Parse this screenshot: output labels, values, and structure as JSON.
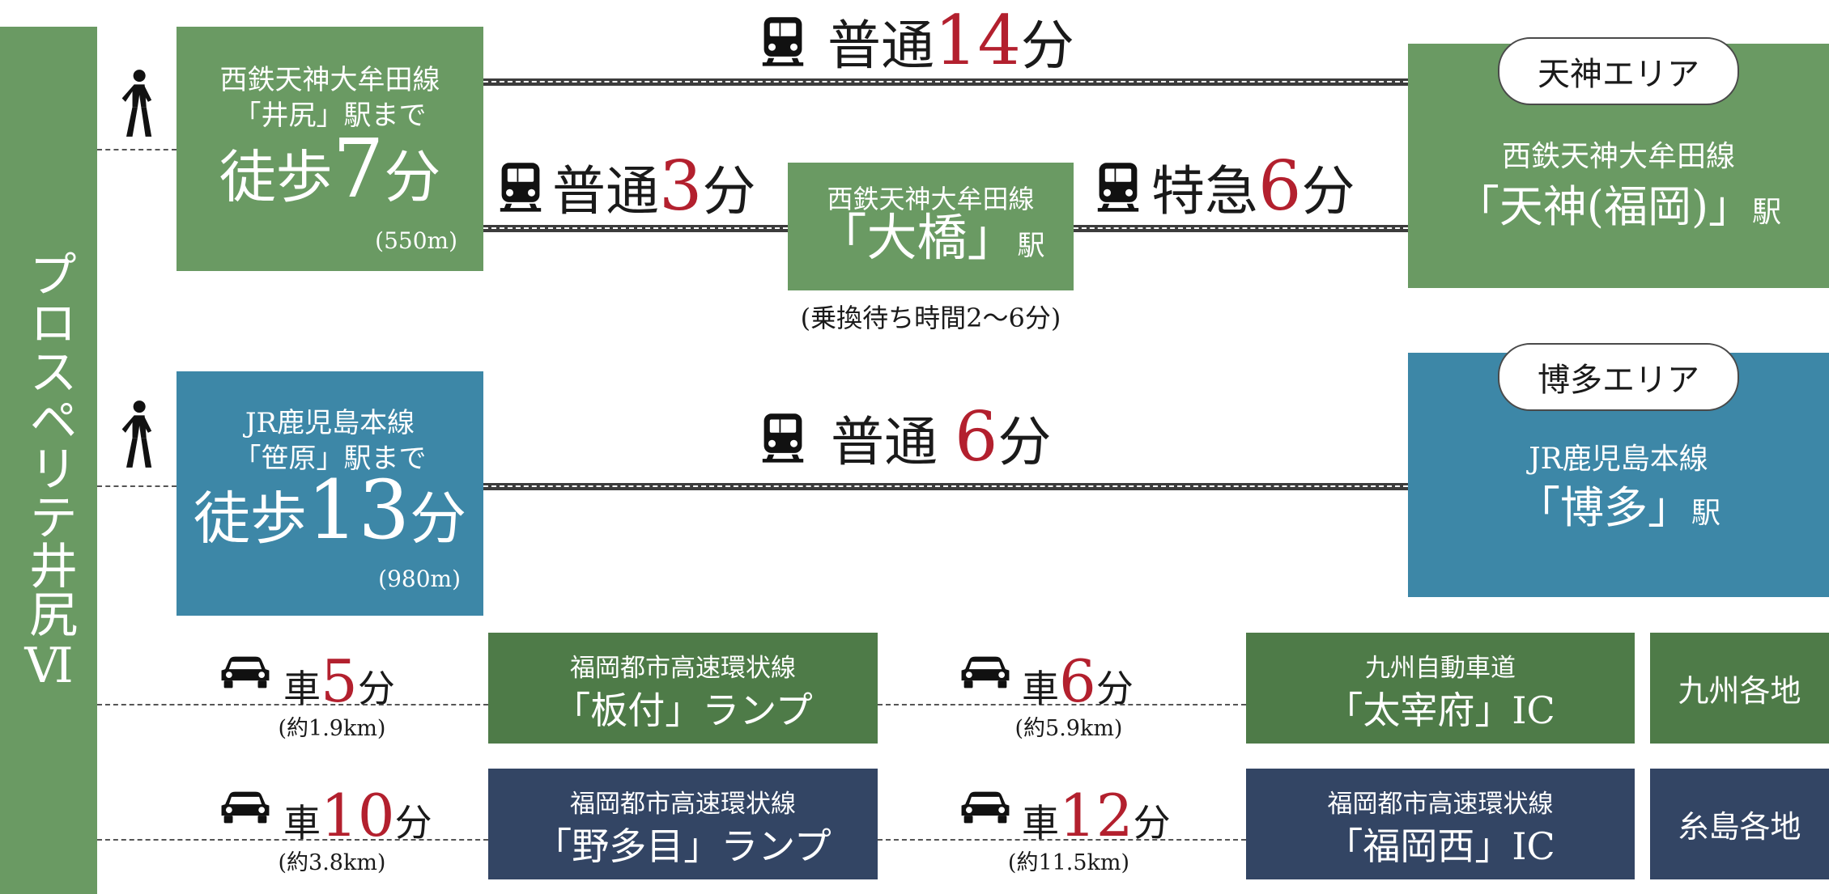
{
  "property": {
    "name": "プロスペリテ井尻Ⅵ"
  },
  "walk_nishitetsu": {
    "line": "西鉄天神大牟田線",
    "station": "「井尻」駅まで",
    "mode": "徒歩",
    "minutes": "7",
    "unit": "分",
    "distance": "(550m)"
  },
  "walk_jr": {
    "line": "JR鹿児島本線",
    "station": "「笹原」駅まで",
    "mode": "徒歩",
    "minutes": "13",
    "unit": "分",
    "distance": "(980m)"
  },
  "trains": {
    "tenjin_direct": {
      "type": "普通",
      "minutes": "14",
      "unit": "分"
    },
    "to_ohashi": {
      "type": "普通",
      "minutes": "3",
      "unit": "分"
    },
    "ohashi_to_tenjin": {
      "type": "特急",
      "minutes": "6",
      "unit": "分"
    },
    "hakata": {
      "type": "普通",
      "minutes": "6",
      "unit": "分"
    }
  },
  "ohashi": {
    "line": "西鉄天神大牟田線",
    "station": "「大橋」",
    "suffix": "駅",
    "transfer_note": "(乗換待ち時間2〜6分)"
  },
  "tenjin": {
    "area": "天神エリア",
    "line": "西鉄天神大牟田線",
    "station": "「天神(福岡)」",
    "suffix": "駅"
  },
  "hakata": {
    "area": "博多エリア",
    "line": "JR鹿児島本線",
    "station": "「博多」",
    "suffix": "駅"
  },
  "car1": {
    "leg1": {
      "mode": "車",
      "minutes": "5",
      "unit": "分",
      "distance": "(約1.9km)"
    },
    "ramp": {
      "line": "福岡都市高速環状線",
      "name": "「板付」ランプ"
    },
    "leg2": {
      "mode": "車",
      "minutes": "6",
      "unit": "分",
      "distance": "(約5.9km)"
    },
    "ic": {
      "line": "九州自動車道",
      "name": "「太宰府」IC"
    },
    "dest": "九州各地"
  },
  "car2": {
    "leg1": {
      "mode": "車",
      "minutes": "10",
      "unit": "分",
      "distance": "(約3.8km)"
    },
    "ramp": {
      "line": "福岡都市高速環状線",
      "name": "「野多目」ランプ"
    },
    "leg2": {
      "mode": "車",
      "minutes": "12",
      "unit": "分",
      "distance": "(約11.5km)"
    },
    "ic": {
      "line": "福岡都市高速環状線",
      "name": "「福岡西」IC"
    },
    "dest": "糸島各地"
  },
  "colors": {
    "green_light": "#6a9a63",
    "green_dark": "#4e7b48",
    "blue": "#3d87a7",
    "navy": "#334564",
    "accent_red": "#b3202e"
  },
  "icons": [
    "walking-person-icon",
    "train-icon",
    "car-icon"
  ]
}
